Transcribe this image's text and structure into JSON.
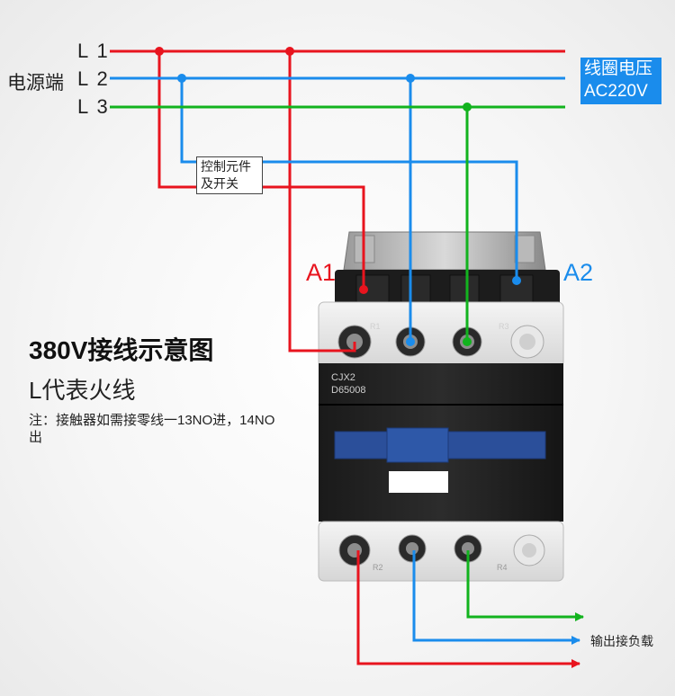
{
  "lines": {
    "l1": "L 1",
    "l2": "L 2",
    "l3": "L 3"
  },
  "power_label": "电源端",
  "coil_voltage": {
    "line1": "线圈电压",
    "line2": "AC220V"
  },
  "control_box": {
    "line1": "控制元件",
    "line2": "及开关"
  },
  "coil_terminals": {
    "a1": "A1",
    "a2": "A2"
  },
  "terminal_labels": {
    "r1": "R1",
    "r3": "R3",
    "r2": "R2",
    "r4": "R4"
  },
  "device": {
    "model": "CJX2",
    "code": "D65008"
  },
  "title": "380V接线示意图",
  "subtitle": "L代表火线",
  "note": "注：接触器如需接零线一13NO进，14NO出",
  "output_label": "输出接负载",
  "colors": {
    "l1": "#e8141e",
    "l2": "#1a8cec",
    "l3": "#12b31e",
    "coil_box": "#1a8cec"
  }
}
